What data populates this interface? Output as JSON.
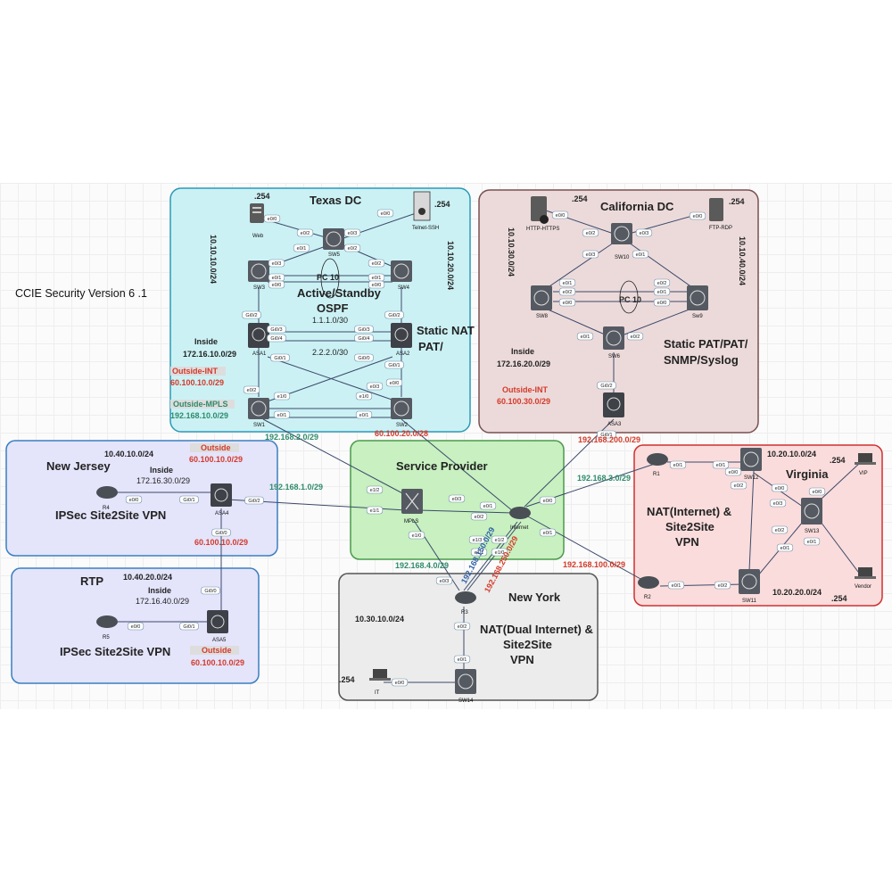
{
  "title": "CCIE Security Version 6 .1",
  "regions": {
    "texas": {
      "name": "Texas DC",
      "fill": "#ccf1f4",
      "stroke": "#2a9bb8"
    },
    "california": {
      "name": "California DC",
      "fill": "#ecdada",
      "stroke": "#7a5050"
    },
    "new_jersey": {
      "name": "New Jersey",
      "fill": "#e4e4fb",
      "stroke": "#3a7fbf"
    },
    "rtp": {
      "name": "RTP",
      "fill": "#e4e4fb",
      "stroke": "#3a7fbf"
    },
    "service_provider": {
      "name": "Service Provider",
      "fill": "#c8f0c0",
      "stroke": "#4a9a4a"
    },
    "virginia": {
      "name": "Virginia",
      "fill": "#fadcdc",
      "stroke": "#d03030"
    },
    "new_york": {
      "name": "New York",
      "fill": "#ececec",
      "stroke": "#555555"
    }
  },
  "texts": {
    "tx_254a": ".254",
    "tx_254b": ".254",
    "tx_net_left": "10.10.10.0/24",
    "tx_net_right": "10.10.20.0/24",
    "tx_pc": "PC  10",
    "tx_active": "Active/Standby",
    "tx_ospf": "OSPF",
    "tx_1111": "1.1.1.0/30",
    "tx_2222": "2.2.2.0/30",
    "tx_static": "Static  NAT",
    "tx_pat": "PAT/",
    "tx_inside": "Inside",
    "tx_inside_net": "172.16.10.0/29",
    "tx_out_int": "Outside-INT",
    "tx_out_int_net": "60.100.10.0/29",
    "tx_out_mpls": "Outside-MPLS",
    "tx_out_mpls_net": "192.168.10.0/29",
    "tx_link_sw1": "192.168.2.0/29",
    "tx_link_sw2": "60.100.20.0/28",
    "ca_254a": ".254",
    "ca_254b": ".254",
    "ca_net_left": "10.10.30.0/24",
    "ca_net_right": "10.10.40.0/24",
    "ca_pc": "PC  10",
    "ca_inside": "Inside",
    "ca_inside_net": "172.16.20.0/29",
    "ca_out_int": "Outside-INT",
    "ca_out_int_net": "60.100.30.0/29",
    "ca_static": "Static  PAT/PAT/",
    "ca_snmp": "SNMP/Syslog",
    "ca_link": "192.168.200.0/29",
    "nj_net": "10.40.10.0/24",
    "nj_inside": "Inside",
    "nj_inside_net": "172.16.30.0/29",
    "nj_outside": "Outside",
    "nj_outside_net": "60.100.10.0/29",
    "nj_vpn": "IPSec Site2Site VPN",
    "nj_link": "192.168.1.0/29",
    "nj_out_bottom": "60.100.10.0/29",
    "rtp_net": "10.40.20.0/24",
    "rtp_inside": "Inside",
    "rtp_inside_net": "172.16.40.0/29",
    "rtp_vpn": "IPSec Site2Site VPN",
    "rtp_outside": "Outside",
    "rtp_outside_net": "60.100.10.0/29",
    "sp_link_r1": "192.168.3.0/29",
    "sp_link_ny": "192.168.4.0/29",
    "sp_link_r2": "192.168.100.0/29",
    "va_net1": "10.20.10.0/24",
    "va_254a": ".254",
    "va_nat": "NAT(Internet) &",
    "va_s2s": "Site2Site",
    "va_vpn": "VPN",
    "va_net2": "10.20.20.0/24",
    "va_254b": ".254",
    "ny_net": "10.30.10.0/24",
    "ny_254": ".254",
    "ny_nat": "NAT(Dual Internet) &",
    "ny_s2s": "Site2Site",
    "ny_vpn": "VPN",
    "ny_diag1": "192.168.150.0/29",
    "ny_diag2": "192.168.250.0/29"
  },
  "devices": {
    "web": "Web",
    "telnet": "Telnet-SSH",
    "sw5": "SW5",
    "sw3": "SW3",
    "sw4": "SW4",
    "asa1": "ASA1",
    "asa2": "ASA2",
    "sw1": "SW1",
    "sw2": "SW2",
    "http": "HTTP-HTTPS",
    "ftp": "FTP-RDP",
    "sw10": "SW10",
    "sw8": "SW8",
    "sw9": "Sw9",
    "sw6": "SW6",
    "asa3": "ASA3",
    "r4": "R4",
    "asa4": "ASA4",
    "r5": "R5",
    "asa5": "ASA5",
    "mpls": "MPLS",
    "internet": "Internet",
    "r1": "R1",
    "r2": "R2",
    "sw12": "SW12",
    "sw13": "SW13",
    "sw11": "SW11",
    "vip": "VIP",
    "vendor": "Vendor",
    "r3": "R3",
    "sw14": "SW14",
    "it": "IT"
  },
  "interfaces": [
    "e0/0",
    "e0/2",
    "e0/0",
    "e0/3",
    "e0/1",
    "e0/2",
    "e0/3",
    "e0/2",
    "e0/1",
    "e0/1",
    "e0/0",
    "e0/0",
    "Gi0/2",
    "Gi0/2",
    "Gi0/3",
    "Gi0/3",
    "Gi0/4",
    "Gi0/4",
    "Gi0/1",
    "Gi0/0",
    "Gi0/1",
    "e0/2",
    "e1/0",
    "e1/0",
    "e0/1",
    "e0/1",
    "e0/3",
    "e0/0",
    "e0/0",
    "e0/2",
    "e0/3",
    "e0/0",
    "e0/3",
    "e0/1",
    "e0/1",
    "e0/2",
    "e0/2",
    "e0/1",
    "e0/0",
    "e0/0",
    "e0/1",
    "e0/2",
    "Gi0/2",
    "Gi0/1",
    "e0/0",
    "Gi0/1",
    "Gi0/2",
    "Gi0/0",
    "e0/0",
    "Gi0/1",
    "Gi0/0",
    "e1/2",
    "e1/1",
    "e0/3",
    "e0/1",
    "e1/0",
    "e0/0",
    "e0/1",
    "e0/2",
    "e0/1",
    "e0/1",
    "e0/0",
    "e0/2",
    "e0/0",
    "e0/3",
    "e0/2",
    "e0/1",
    "e0/0",
    "e0/1",
    "e0/1",
    "e0/2",
    "e0/3",
    "e1/3",
    "e1/1",
    "e1/2",
    "e1/0",
    "e0/2",
    "e0/1",
    "e0/0"
  ]
}
